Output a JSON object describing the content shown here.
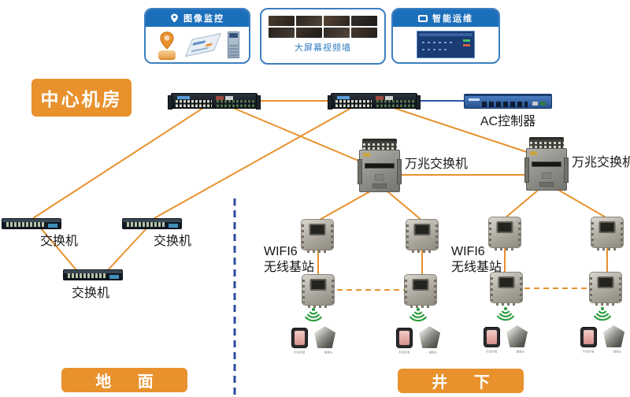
{
  "top_cards": {
    "image_monitoring": {
      "title": "图像监控"
    },
    "video_wall": {
      "caption": "大屏幕视频墙"
    },
    "smart_ops": {
      "title": "智能运维"
    }
  },
  "zones": {
    "central_room": "中心机房",
    "ground": "地 面",
    "underground": "井 下"
  },
  "device_labels": {
    "ac_controller": "AC控制器",
    "ten_gig_switch": "万兆交换机",
    "access_switch": "交换机",
    "wifi6_line1": "WIFI6",
    "wifi6_line2": "无线基站",
    "phone_terminal": "手机终端",
    "camera": "摄像头"
  },
  "colors": {
    "accent_orange": "#E8912D",
    "header_blue": "#1C6FBA",
    "card_border_blue": "#3D7FC1",
    "link_orange": "#E8912D",
    "link_blue": "#2B57A5",
    "divider_blue": "#2B4B9B",
    "wifi_green": "#2F9E41"
  }
}
